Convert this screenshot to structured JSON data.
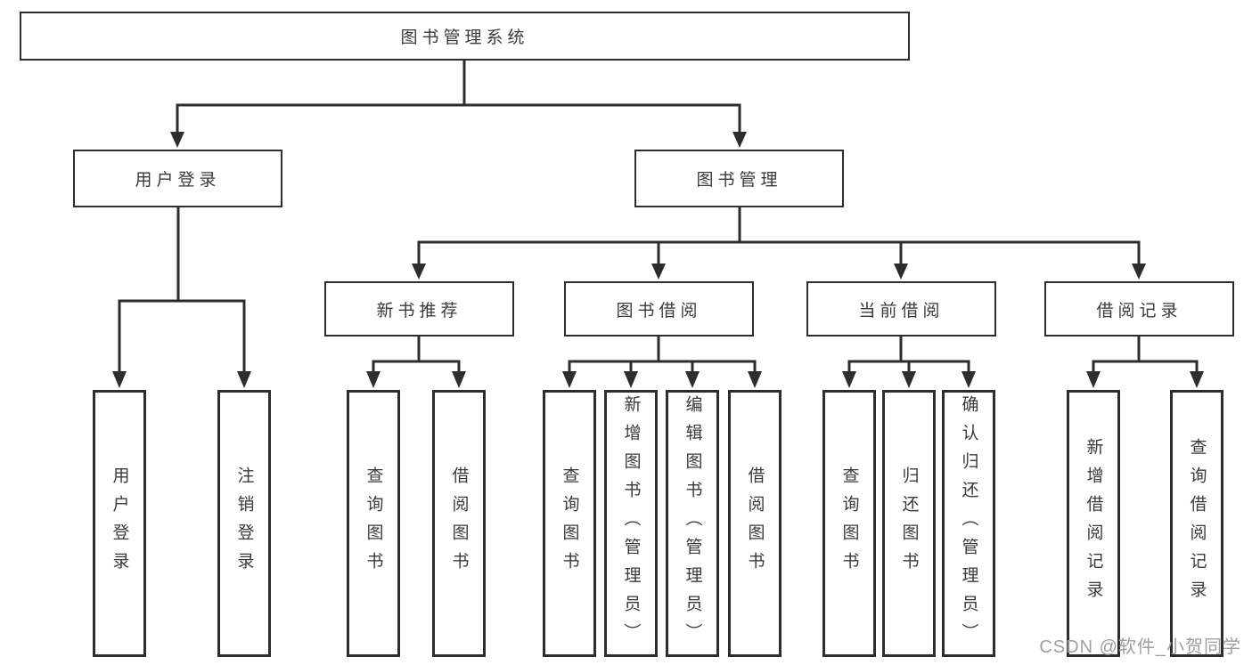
{
  "tree": {
    "label": "图书管理系统",
    "children": [
      {
        "label": "用户登录",
        "children": [
          {
            "label": "用户登录"
          },
          {
            "label": "注销登录"
          }
        ]
      },
      {
        "label": "图书管理",
        "children": [
          {
            "label": "新书推荐",
            "children": [
              {
                "label": "查询图书"
              },
              {
                "label": "借阅图书"
              }
            ]
          },
          {
            "label": "图书借阅",
            "children": [
              {
                "label": "查询图书"
              },
              {
                "label": "新增图书（管理员）"
              },
              {
                "label": "编辑图书（管理员）"
              },
              {
                "label": "借阅图书"
              }
            ]
          },
          {
            "label": "当前借阅",
            "children": [
              {
                "label": "查询图书"
              },
              {
                "label": "归还图书"
              },
              {
                "label": "确认归还（管理员）"
              }
            ]
          },
          {
            "label": "借阅记录",
            "children": [
              {
                "label": "新增借阅记录"
              },
              {
                "label": "查询借阅记录"
              }
            ]
          }
        ]
      }
    ]
  },
  "watermark": "CSDN @软件_小贺同学",
  "colors": {
    "line": "#2d2d2d",
    "text": "#3a3a3a",
    "watermark": "#9f9f9f",
    "background": "#ffffff"
  }
}
